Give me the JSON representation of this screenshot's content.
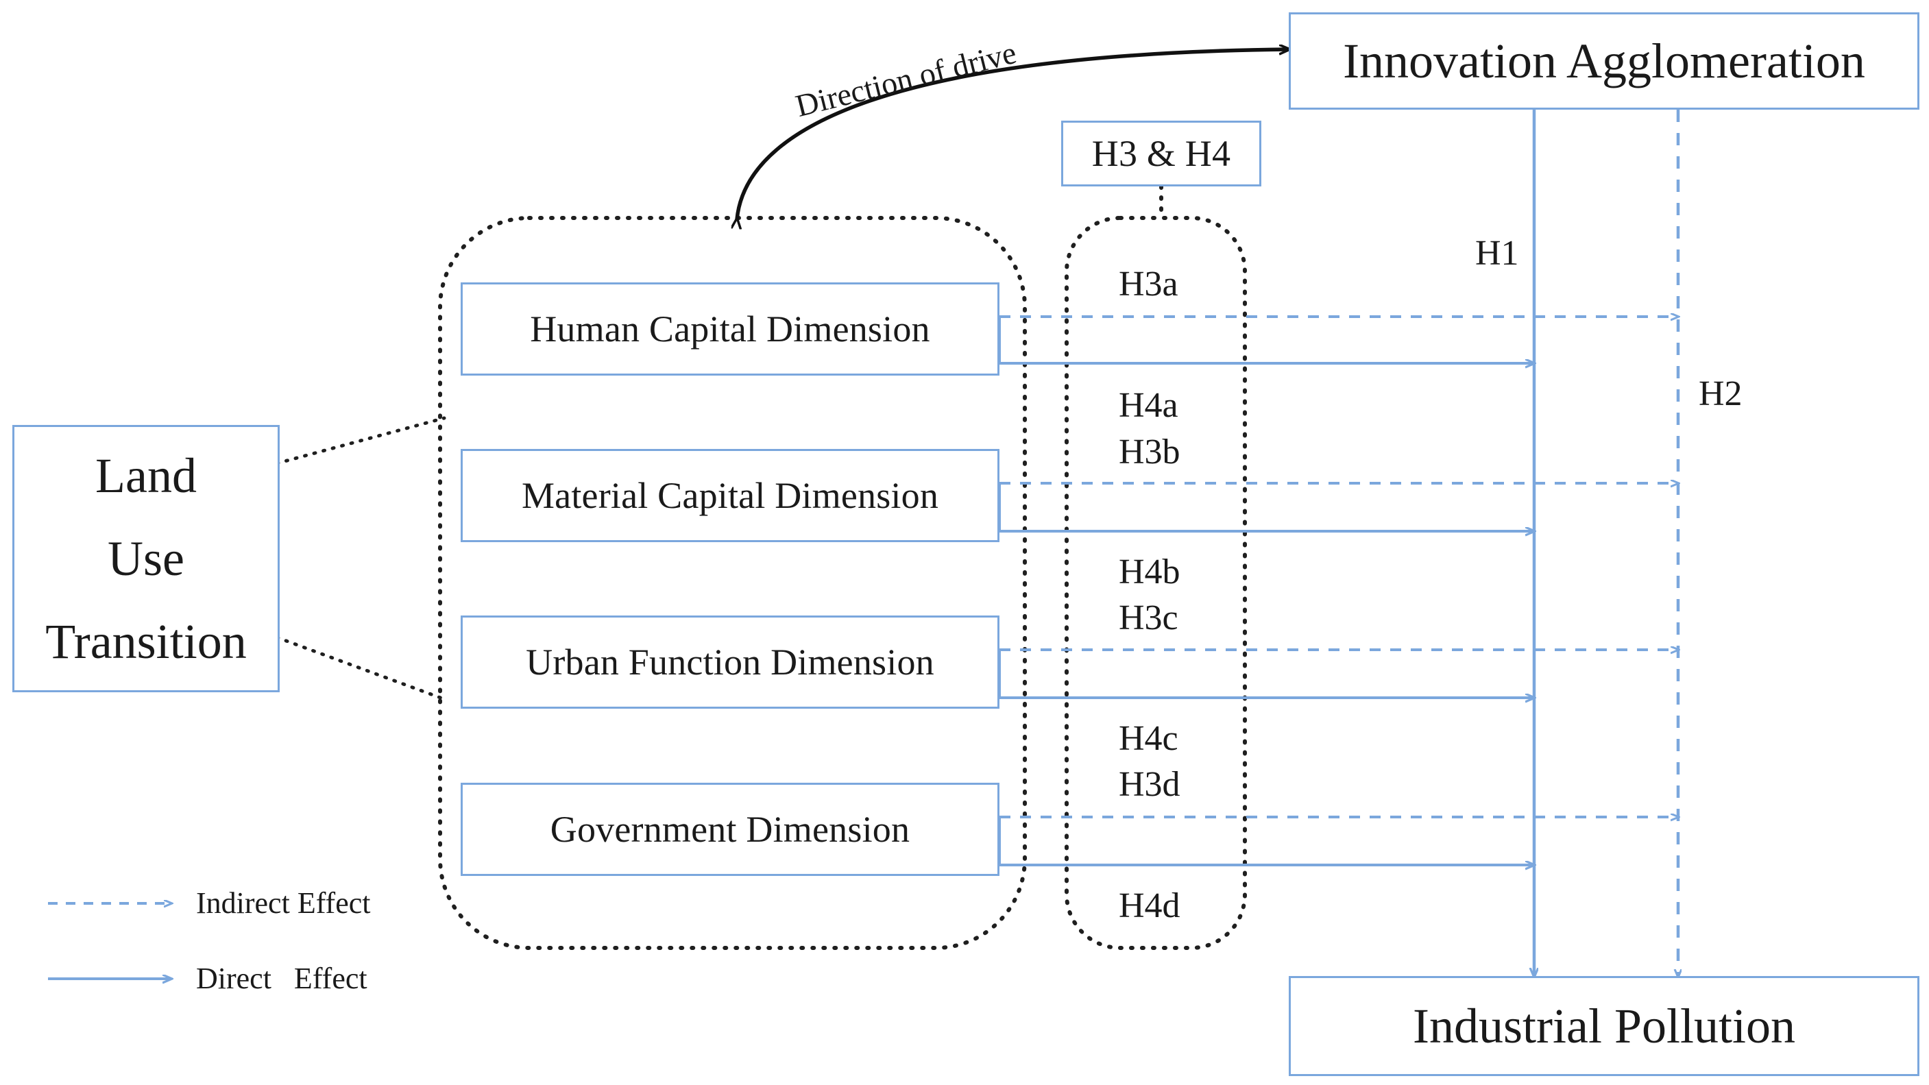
{
  "diagram": {
    "title_hidden": "",
    "colors": {
      "box_border_blue": "#7BA7DD",
      "arrow_blue": "#7BA7DD",
      "dotted_black": "#1a1a1a",
      "text_black": "#1a1a1a",
      "background": "#FFFFFF"
    },
    "source_node": {
      "lines": [
        "Land",
        "Use",
        "Transition"
      ]
    },
    "dimension_group": {
      "container_style": "dotted-rounded-rectangle",
      "boxes": [
        {
          "label": "Human Capital Dimension"
        },
        {
          "label": "Material Capital Dimension"
        },
        {
          "label": "Urban Function Dimension"
        },
        {
          "label": "Government    Dimension"
        }
      ]
    },
    "hypothesis_group": {
      "header_label": "H3 & H4",
      "container_style": "dotted-rounded-rectangle",
      "labels": [
        "H3a",
        "H4a",
        "H3b",
        "H4b",
        "H3c",
        "H4c",
        "H3d",
        "H4d"
      ]
    },
    "target_nodes": {
      "top": "Innovation Agglomeration",
      "bottom": "Industrial   Pollution"
    },
    "vertical_paths": [
      {
        "label": "H1",
        "style": "solid",
        "from": "Innovation Agglomeration",
        "to": "Industrial Pollution"
      },
      {
        "label": "H2",
        "style": "dashed",
        "from": "Innovation Agglomeration",
        "to": "Industrial Pollution"
      }
    ],
    "drive_annotation": {
      "label": "Direction of drive",
      "style": "curved-arrow"
    },
    "legend": [
      {
        "label": "Indirect Effect",
        "style": "dashed"
      },
      {
        "label": "Direct   Effect",
        "style": "solid"
      }
    ]
  }
}
